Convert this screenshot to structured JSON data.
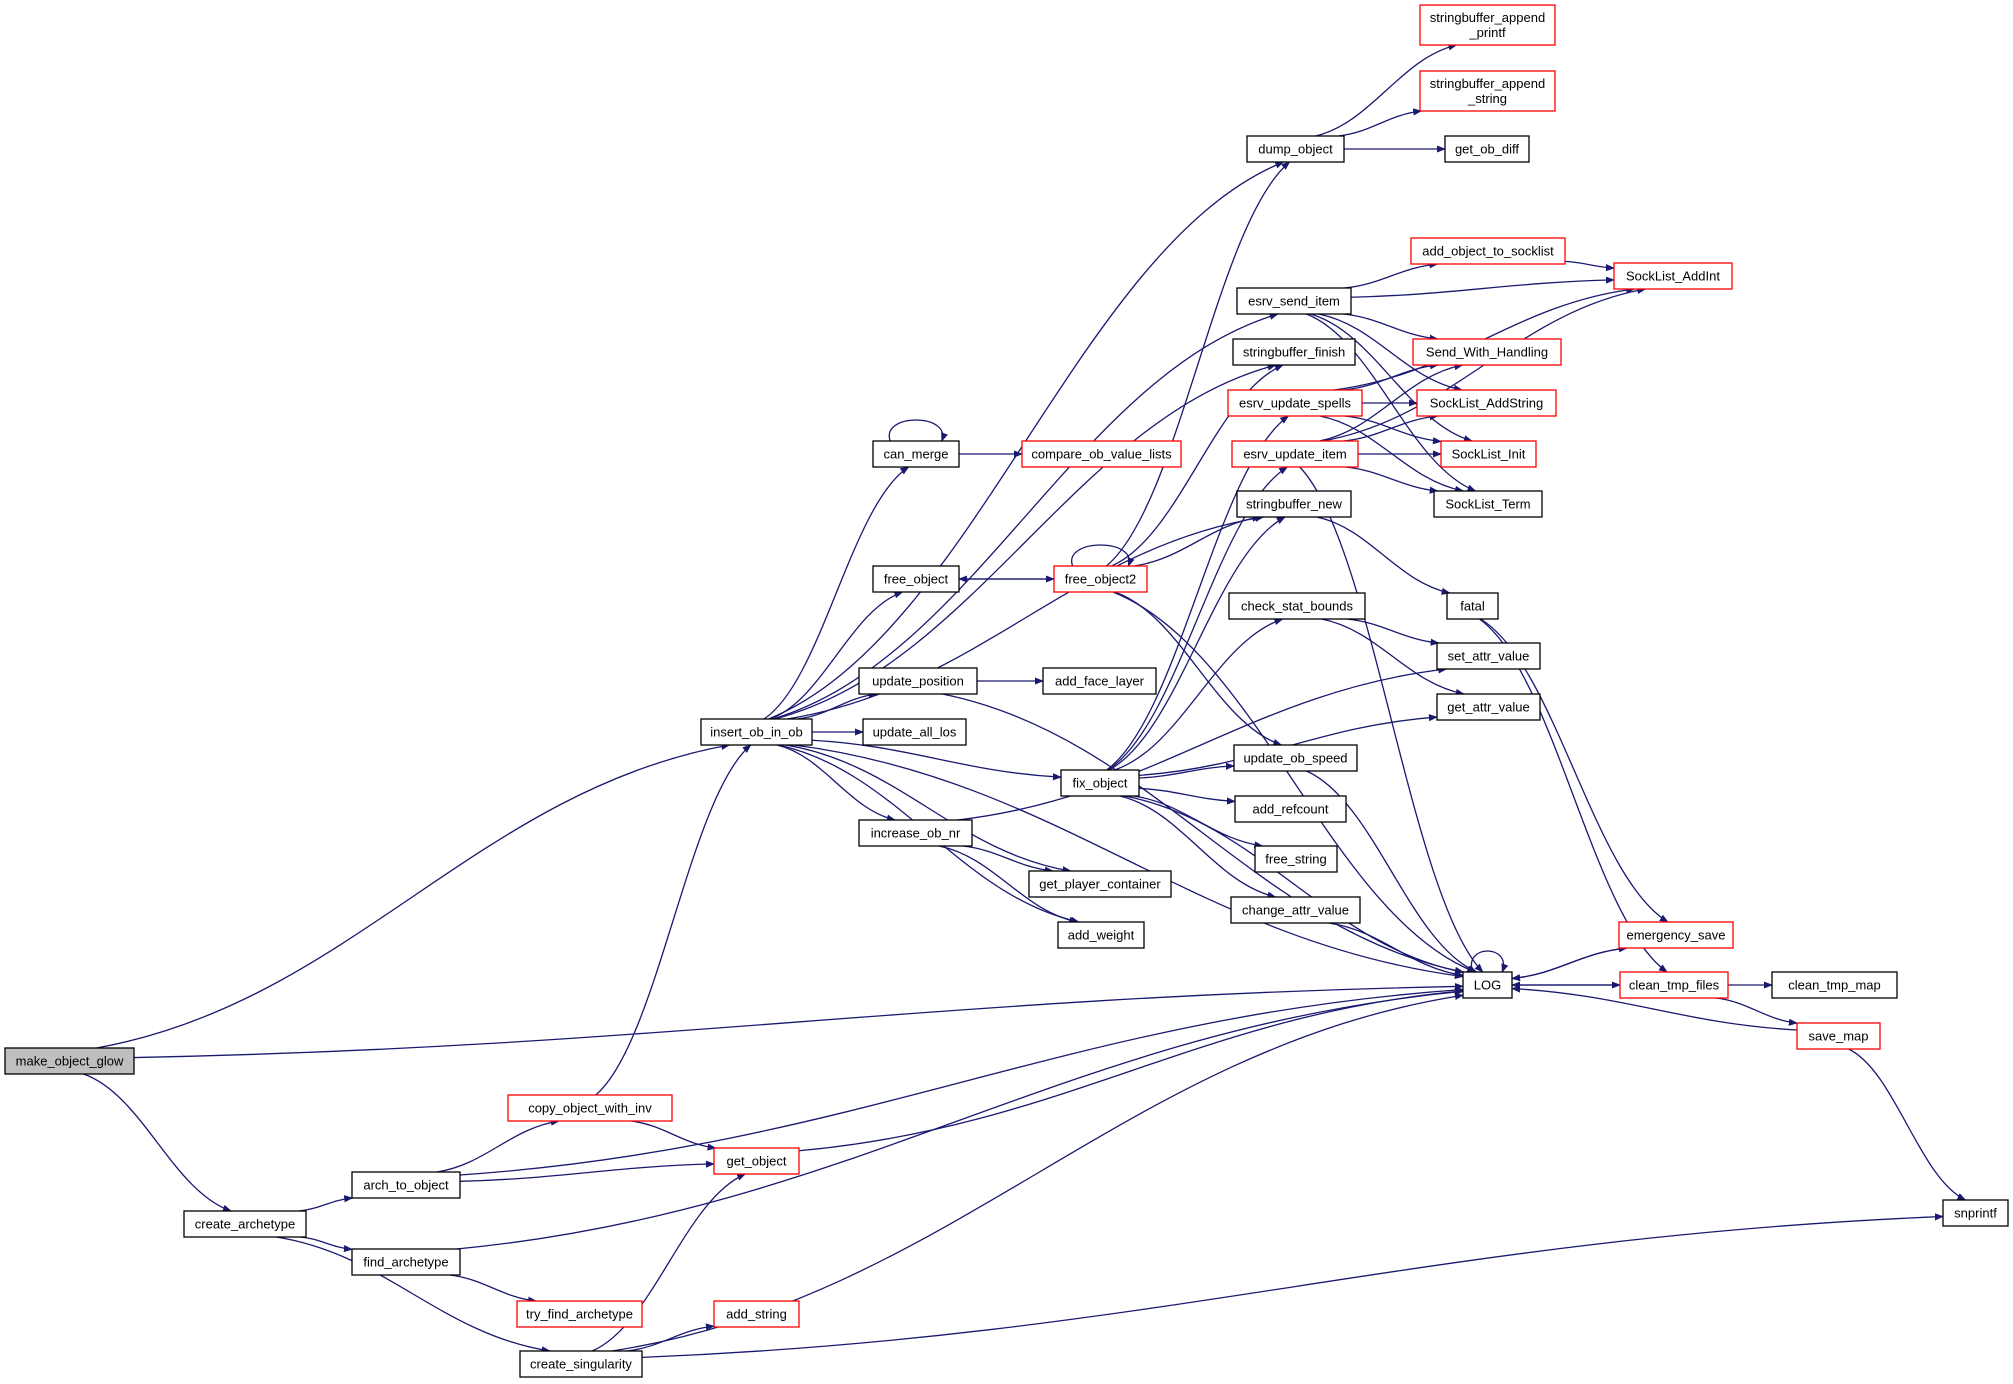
{
  "title": "make_object_glow call graph",
  "colors": {
    "edge": "#191970",
    "node_border": "#000000",
    "truncated_border": "#ff0000",
    "root_fill": "#bfbfbf",
    "node_fill": "#ffffff"
  },
  "nodes": [
    {
      "id": "make_object_glow",
      "label": "make_object_glow",
      "kind": "root"
    },
    {
      "id": "insert_ob_in_ob",
      "label": "insert_ob_in_ob",
      "kind": "normal"
    },
    {
      "id": "create_archetype",
      "label": "create_archetype",
      "kind": "normal"
    },
    {
      "id": "arch_to_object",
      "label": "arch_to_object",
      "kind": "normal"
    },
    {
      "id": "find_archetype",
      "label": "find_archetype",
      "kind": "normal"
    },
    {
      "id": "copy_object_with_inv",
      "label": "copy_object_with_inv",
      "kind": "truncated"
    },
    {
      "id": "get_object",
      "label": "get_object",
      "kind": "truncated"
    },
    {
      "id": "try_find_archetype",
      "label": "try_find_archetype",
      "kind": "truncated"
    },
    {
      "id": "add_string",
      "label": "add_string",
      "kind": "truncated"
    },
    {
      "id": "create_singularity",
      "label": "create_singularity",
      "kind": "normal"
    },
    {
      "id": "can_merge",
      "label": "can_merge",
      "kind": "normal"
    },
    {
      "id": "compare_ob_value_lists",
      "label": "compare_ob_value_lists",
      "kind": "truncated"
    },
    {
      "id": "free_object",
      "label": "free_object",
      "kind": "normal"
    },
    {
      "id": "free_object2",
      "label": "free_object2",
      "kind": "truncated"
    },
    {
      "id": "update_position",
      "label": "update_position",
      "kind": "normal"
    },
    {
      "id": "add_face_layer",
      "label": "add_face_layer",
      "kind": "normal"
    },
    {
      "id": "update_all_los",
      "label": "update_all_los",
      "kind": "normal"
    },
    {
      "id": "increase_ob_nr",
      "label": "increase_ob_nr",
      "kind": "normal"
    },
    {
      "id": "fix_object",
      "label": "fix_object",
      "kind": "normal"
    },
    {
      "id": "get_player_container",
      "label": "get_player_container",
      "kind": "normal"
    },
    {
      "id": "add_weight",
      "label": "add_weight",
      "kind": "normal"
    },
    {
      "id": "dump_object",
      "label": "dump_object",
      "kind": "normal"
    },
    {
      "id": "stringbuffer_append_printf",
      "label": "stringbuffer_append\n_printf",
      "kind": "truncated"
    },
    {
      "id": "stringbuffer_append_string",
      "label": "stringbuffer_append\n_string",
      "kind": "truncated"
    },
    {
      "id": "get_ob_diff",
      "label": "get_ob_diff",
      "kind": "normal"
    },
    {
      "id": "esrv_send_item",
      "label": "esrv_send_item",
      "kind": "normal"
    },
    {
      "id": "add_object_to_socklist",
      "label": "add_object_to_socklist",
      "kind": "truncated"
    },
    {
      "id": "SockList_AddInt",
      "label": "SockList_AddInt",
      "kind": "truncated"
    },
    {
      "id": "stringbuffer_finish",
      "label": "stringbuffer_finish",
      "kind": "normal"
    },
    {
      "id": "esrv_update_spells",
      "label": "esrv_update_spells",
      "kind": "truncated"
    },
    {
      "id": "esrv_update_item",
      "label": "esrv_update_item",
      "kind": "truncated"
    },
    {
      "id": "stringbuffer_new",
      "label": "stringbuffer_new",
      "kind": "normal"
    },
    {
      "id": "Send_With_Handling",
      "label": "Send_With_Handling",
      "kind": "truncated"
    },
    {
      "id": "SockList_AddString",
      "label": "SockList_AddString",
      "kind": "truncated"
    },
    {
      "id": "SockList_Init",
      "label": "SockList_Init",
      "kind": "truncated"
    },
    {
      "id": "SockList_Term",
      "label": "SockList_Term",
      "kind": "normal"
    },
    {
      "id": "check_stat_bounds",
      "label": "check_stat_bounds",
      "kind": "normal"
    },
    {
      "id": "fatal",
      "label": "fatal",
      "kind": "normal"
    },
    {
      "id": "set_attr_value",
      "label": "set_attr_value",
      "kind": "normal"
    },
    {
      "id": "get_attr_value",
      "label": "get_attr_value",
      "kind": "normal"
    },
    {
      "id": "update_ob_speed",
      "label": "update_ob_speed",
      "kind": "normal"
    },
    {
      "id": "add_refcount",
      "label": "add_refcount",
      "kind": "normal"
    },
    {
      "id": "free_string",
      "label": "free_string",
      "kind": "normal"
    },
    {
      "id": "change_attr_value",
      "label": "change_attr_value",
      "kind": "normal"
    },
    {
      "id": "LOG",
      "label": "LOG",
      "kind": "normal"
    },
    {
      "id": "emergency_save",
      "label": "emergency_save",
      "kind": "truncated"
    },
    {
      "id": "clean_tmp_files",
      "label": "clean_tmp_files",
      "kind": "truncated"
    },
    {
      "id": "clean_tmp_map",
      "label": "clean_tmp_map",
      "kind": "normal"
    },
    {
      "id": "save_map",
      "label": "save_map",
      "kind": "truncated"
    },
    {
      "id": "snprintf",
      "label": "snprintf",
      "kind": "normal"
    }
  ],
  "edges": [
    [
      "make_object_glow",
      "insert_ob_in_ob"
    ],
    [
      "make_object_glow",
      "LOG"
    ],
    [
      "make_object_glow",
      "create_archetype"
    ],
    [
      "create_archetype",
      "arch_to_object"
    ],
    [
      "create_archetype",
      "find_archetype"
    ],
    [
      "create_archetype",
      "create_singularity"
    ],
    [
      "arch_to_object",
      "copy_object_with_inv"
    ],
    [
      "arch_to_object",
      "get_object"
    ],
    [
      "arch_to_object",
      "LOG"
    ],
    [
      "copy_object_with_inv",
      "insert_ob_in_ob"
    ],
    [
      "copy_object_with_inv",
      "get_object"
    ],
    [
      "get_object",
      "LOG"
    ],
    [
      "find_archetype",
      "LOG"
    ],
    [
      "find_archetype",
      "try_find_archetype"
    ],
    [
      "create_singularity",
      "get_object"
    ],
    [
      "create_singularity",
      "add_string"
    ],
    [
      "create_singularity",
      "LOG"
    ],
    [
      "create_singularity",
      "snprintf"
    ],
    [
      "insert_ob_in_ob",
      "dump_object"
    ],
    [
      "insert_ob_in_ob",
      "esrv_send_item"
    ],
    [
      "insert_ob_in_ob",
      "can_merge"
    ],
    [
      "insert_ob_in_ob",
      "stringbuffer_finish"
    ],
    [
      "insert_ob_in_ob",
      "free_object"
    ],
    [
      "insert_ob_in_ob",
      "stringbuffer_new"
    ],
    [
      "insert_ob_in_ob",
      "update_position"
    ],
    [
      "insert_ob_in_ob",
      "update_all_los"
    ],
    [
      "insert_ob_in_ob",
      "fix_object"
    ],
    [
      "insert_ob_in_ob",
      "increase_ob_nr"
    ],
    [
      "insert_ob_in_ob",
      "get_player_container"
    ],
    [
      "insert_ob_in_ob",
      "add_weight"
    ],
    [
      "insert_ob_in_ob",
      "LOG"
    ],
    [
      "can_merge",
      "can_merge"
    ],
    [
      "can_merge",
      "compare_ob_value_lists"
    ],
    [
      "free_object",
      "free_object2"
    ],
    [
      "free_object2",
      "free_object"
    ],
    [
      "free_object2",
      "free_object2"
    ],
    [
      "free_object2",
      "dump_object"
    ],
    [
      "free_object2",
      "stringbuffer_finish"
    ],
    [
      "free_object2",
      "stringbuffer_new"
    ],
    [
      "free_object2",
      "update_ob_speed"
    ],
    [
      "free_object2",
      "LOG"
    ],
    [
      "update_position",
      "add_face_layer"
    ],
    [
      "update_position",
      "LOG"
    ],
    [
      "increase_ob_nr",
      "get_player_container"
    ],
    [
      "increase_ob_nr",
      "add_weight"
    ],
    [
      "increase_ob_nr",
      "set_attr_value"
    ],
    [
      "fix_object",
      "check_stat_bounds"
    ],
    [
      "fix_object",
      "esrv_update_spells"
    ],
    [
      "fix_object",
      "esrv_update_item"
    ],
    [
      "fix_object",
      "stringbuffer_new"
    ],
    [
      "fix_object",
      "get_attr_value"
    ],
    [
      "fix_object",
      "update_ob_speed"
    ],
    [
      "fix_object",
      "add_refcount"
    ],
    [
      "fix_object",
      "free_string"
    ],
    [
      "fix_object",
      "change_attr_value"
    ],
    [
      "fix_object",
      "LOG"
    ],
    [
      "dump_object",
      "stringbuffer_append_printf"
    ],
    [
      "dump_object",
      "stringbuffer_append_string"
    ],
    [
      "dump_object",
      "get_ob_diff"
    ],
    [
      "esrv_send_item",
      "add_object_to_socklist"
    ],
    [
      "esrv_send_item",
      "SockList_AddInt"
    ],
    [
      "esrv_send_item",
      "Send_With_Handling"
    ],
    [
      "esrv_send_item",
      "SockList_AddString"
    ],
    [
      "esrv_send_item",
      "SockList_Init"
    ],
    [
      "esrv_send_item",
      "SockList_Term"
    ],
    [
      "add_object_to_socklist",
      "SockList_AddInt"
    ],
    [
      "esrv_update_spells",
      "SockList_AddInt"
    ],
    [
      "esrv_update_spells",
      "Send_With_Handling"
    ],
    [
      "esrv_update_spells",
      "SockList_AddString"
    ],
    [
      "esrv_update_spells",
      "SockList_Init"
    ],
    [
      "esrv_update_spells",
      "SockList_Term"
    ],
    [
      "esrv_update_item",
      "Send_With_Handling"
    ],
    [
      "esrv_update_item",
      "SockList_AddString"
    ],
    [
      "esrv_update_item",
      "SockList_Init"
    ],
    [
      "esrv_update_item",
      "SockList_Term"
    ],
    [
      "esrv_update_item",
      "SockList_AddInt"
    ],
    [
      "esrv_update_item",
      "LOG"
    ],
    [
      "stringbuffer_new",
      "fatal"
    ],
    [
      "check_stat_bounds",
      "set_attr_value"
    ],
    [
      "check_stat_bounds",
      "get_attr_value"
    ],
    [
      "update_ob_speed",
      "LOG"
    ],
    [
      "change_attr_value",
      "LOG"
    ],
    [
      "fatal",
      "emergency_save"
    ],
    [
      "fatal",
      "clean_tmp_files"
    ],
    [
      "LOG",
      "LOG"
    ],
    [
      "LOG",
      "emergency_save"
    ],
    [
      "LOG",
      "clean_tmp_files"
    ],
    [
      "emergency_save",
      "LOG"
    ],
    [
      "clean_tmp_files",
      "LOG"
    ],
    [
      "clean_tmp_files",
      "clean_tmp_map"
    ],
    [
      "clean_tmp_files",
      "save_map"
    ],
    [
      "save_map",
      "LOG"
    ],
    [
      "save_map",
      "snprintf"
    ]
  ]
}
